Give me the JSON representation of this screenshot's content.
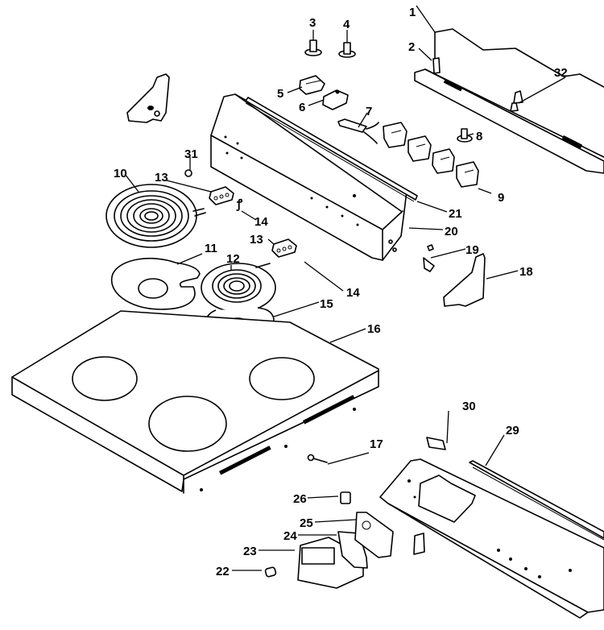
{
  "diagram": {
    "type": "exploded-parts-diagram",
    "subject": "electric range cooktop and control panel assembly",
    "callouts": [
      {
        "id": "1",
        "label": "1"
      },
      {
        "id": "2",
        "label": "2"
      },
      {
        "id": "3",
        "label": "3"
      },
      {
        "id": "4",
        "label": "4"
      },
      {
        "id": "5",
        "label": "5"
      },
      {
        "id": "6",
        "label": "6"
      },
      {
        "id": "7",
        "label": "7"
      },
      {
        "id": "8",
        "label": "8"
      },
      {
        "id": "9",
        "label": "9"
      },
      {
        "id": "10",
        "label": "10"
      },
      {
        "id": "11",
        "label": "11"
      },
      {
        "id": "12",
        "label": "12"
      },
      {
        "id": "13a",
        "label": "13"
      },
      {
        "id": "13b",
        "label": "13"
      },
      {
        "id": "14a",
        "label": "14"
      },
      {
        "id": "14b",
        "label": "14"
      },
      {
        "id": "15",
        "label": "15"
      },
      {
        "id": "16",
        "label": "16"
      },
      {
        "id": "17",
        "label": "17"
      },
      {
        "id": "18",
        "label": "18"
      },
      {
        "id": "19",
        "label": "19"
      },
      {
        "id": "20",
        "label": "20"
      },
      {
        "id": "21",
        "label": "21"
      },
      {
        "id": "22",
        "label": "22"
      },
      {
        "id": "23",
        "label": "23"
      },
      {
        "id": "24",
        "label": "24"
      },
      {
        "id": "25",
        "label": "25"
      },
      {
        "id": "26",
        "label": "26"
      },
      {
        "id": "29",
        "label": "29"
      },
      {
        "id": "30",
        "label": "30"
      },
      {
        "id": "31",
        "label": "31"
      },
      {
        "id": "32",
        "label": "32"
      }
    ],
    "colors": {
      "line": "#000000",
      "background": "#ffffff"
    }
  }
}
